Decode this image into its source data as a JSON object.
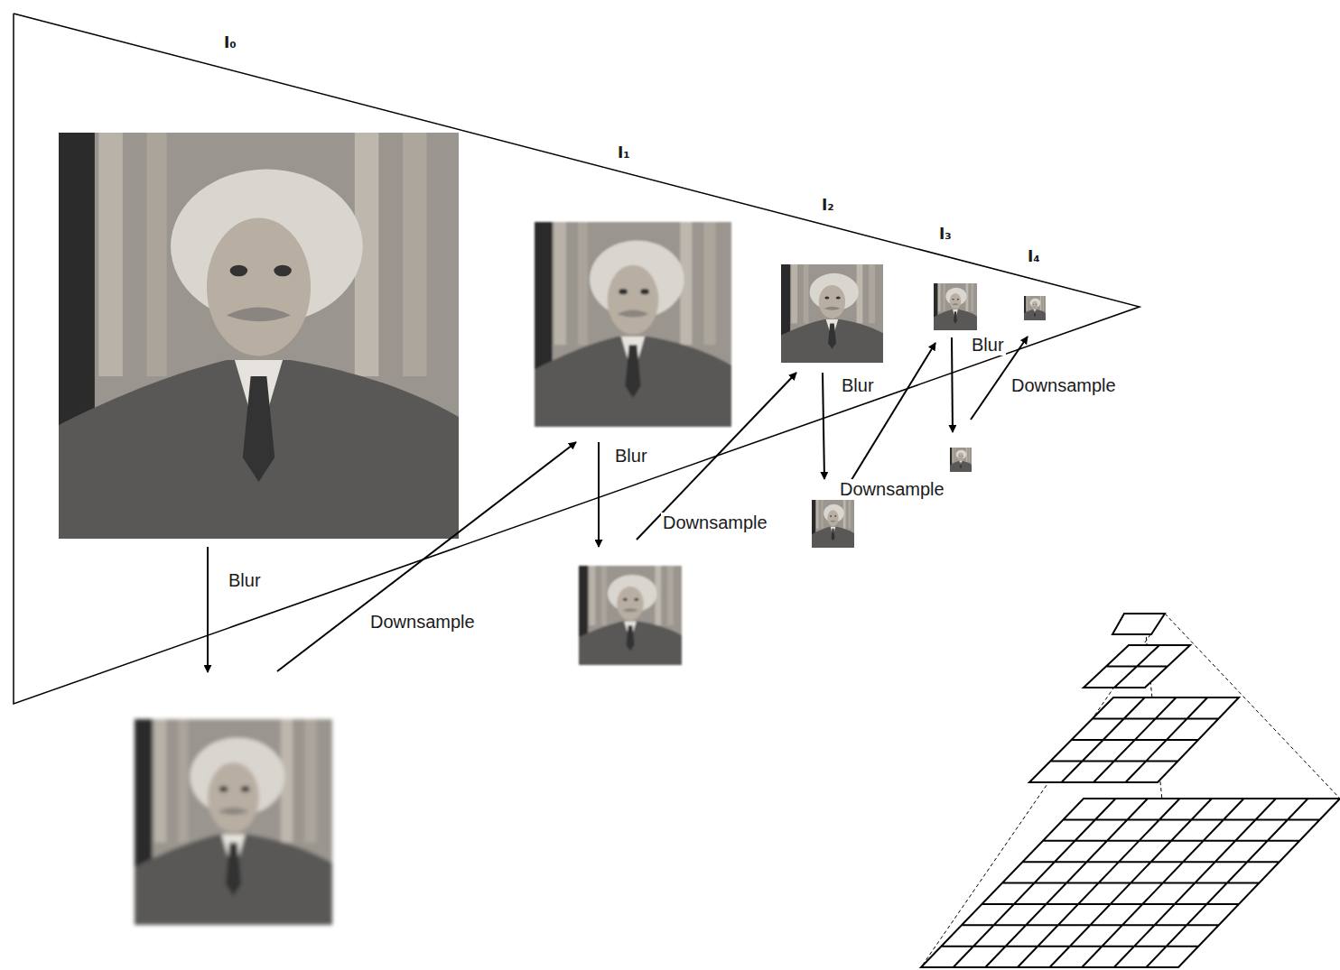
{
  "diagram": {
    "labels": [
      "I₀",
      "I₁",
      "I₂",
      "I₃",
      "I₄",
      "Blur",
      "Downsample",
      "Blur",
      "Downsample",
      "Blur",
      "Downsample",
      "Blur",
      "Downsample"
    ]
  }
}
